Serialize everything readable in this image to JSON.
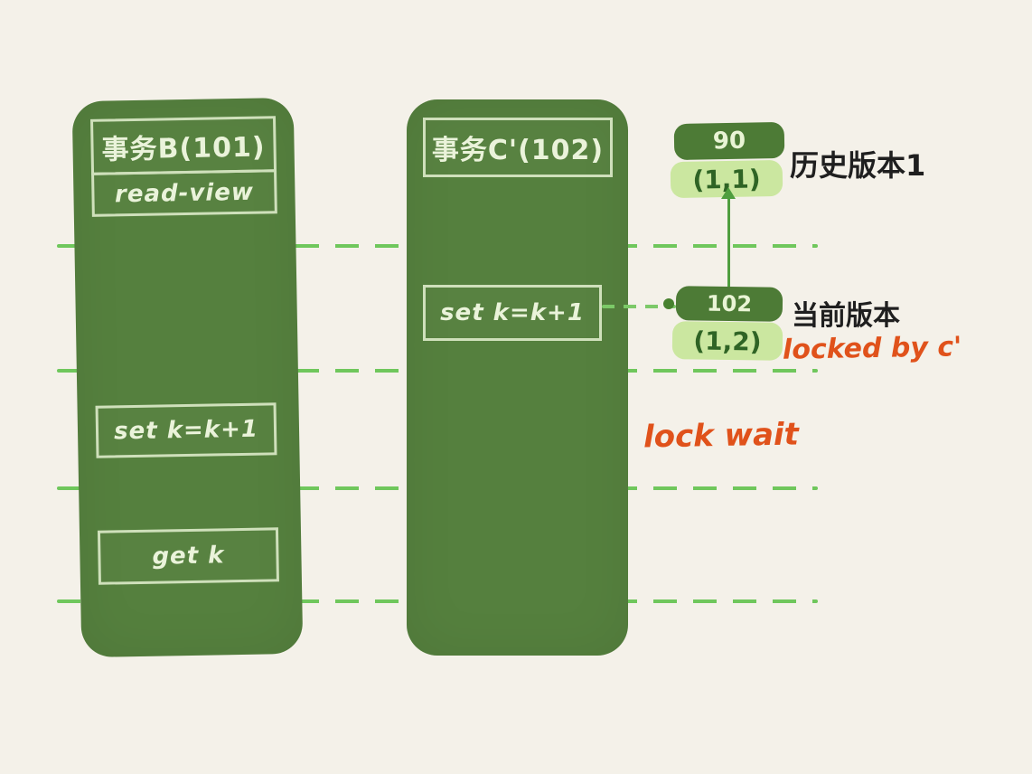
{
  "background": "#f4f1e9",
  "palette": {
    "column_green": "#55803e",
    "box_border": "#cfe0bb",
    "box_text": "#eaf3da",
    "dash_green": "#6fc75c",
    "pill_dark_green": "#4d7b36",
    "pill_light_green": "#cbe7a0",
    "pill_light_text": "#2f6425",
    "label_black": "#1f1f1f",
    "accent_orange": "#e0521b"
  },
  "transactions": [
    {
      "title": "事务B(101)",
      "steps": [
        "read-view",
        "set k=k+1",
        "get k"
      ]
    },
    {
      "title": "事务C'(102)",
      "steps": [
        "set k=k+1"
      ]
    }
  ],
  "version_chain": [
    {
      "trx_id": "90",
      "row": "(1,1)",
      "label": "历史版本1",
      "note": ""
    },
    {
      "trx_id": "102",
      "row": "(1,2)",
      "label": "当前版本",
      "note": "locked by c'"
    }
  ],
  "annotations": {
    "lock_wait": "lock wait"
  }
}
